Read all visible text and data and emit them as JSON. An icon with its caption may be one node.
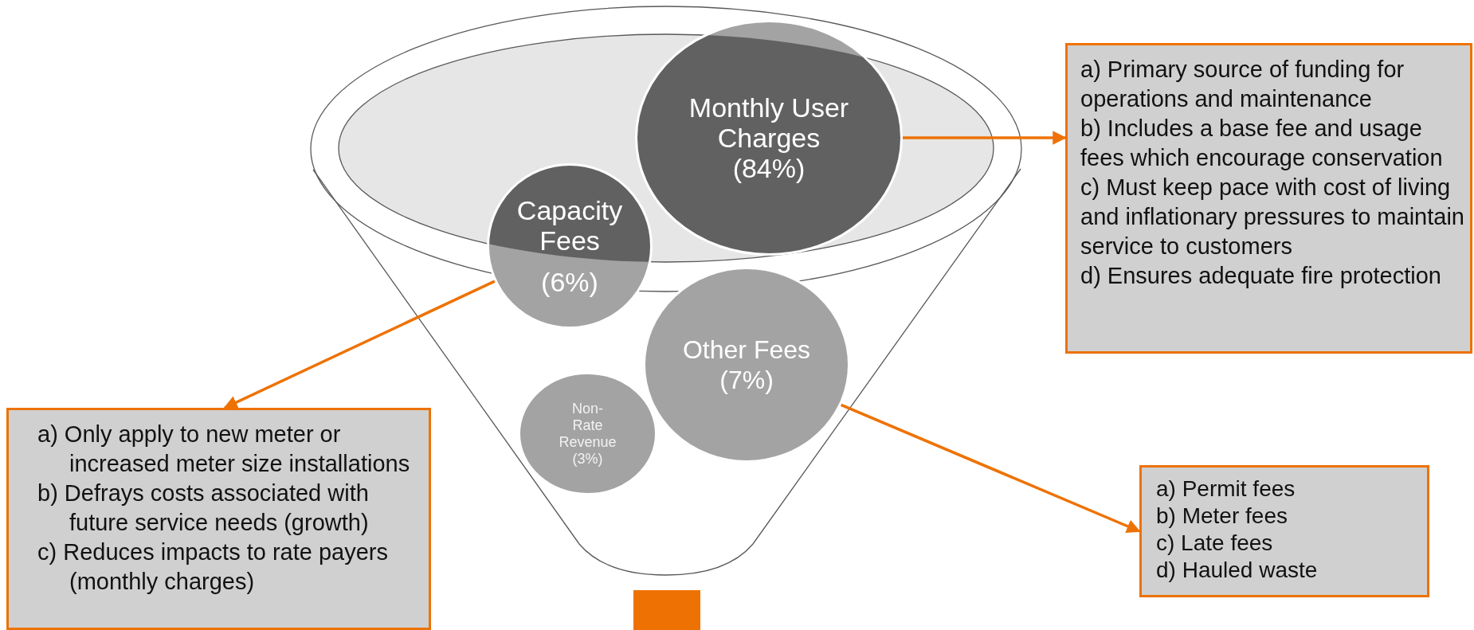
{
  "diagram": {
    "nodes": [
      {
        "text": [
          "Monthly User Charges",
          "(84%)"
        ]
      },
      {
        "text": [
          "a) Primary source of funding for operations and maintenance",
          "b) Includes a base fee and usage fees which encourage conservation",
          "c) Must keep pace with cost of living and inflationary pressures to maintain service to customers",
          "d) Ensures adequate fire protection"
        ]
      },
      {
        "text": [
          "Capacity Fees",
          "(6%)"
        ]
      },
      {
        "text": [
          "a) Only apply to new meter or increased meter size installations",
          "b) Defrays costs associated with future service needs (growth)",
          "c) Reduces impacts to rate payers (monthly charges)"
        ]
      },
      {
        "text": [
          "Other Fees",
          "(7%)"
        ]
      },
      {
        "text": [
          "a) Permit fees",
          "b) Meter fees",
          "c) Late fees",
          "d) Hauled waste"
        ]
      },
      {
        "text": [
          "Non-Rate Revenue",
          "(3%)"
        ]
      }
    ],
    "edges": [
      {
        "from": 0,
        "to": 1,
        "arrow": "to"
      },
      {
        "from": 2,
        "to": 3,
        "arrow": "to"
      },
      {
        "from": 4,
        "to": 5,
        "arrow": "to"
      }
    ]
  }
}
